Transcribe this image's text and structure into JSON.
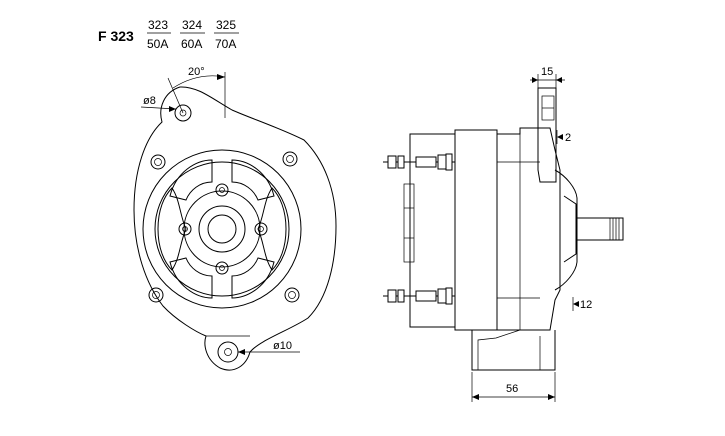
{
  "header": {
    "model": "F 323",
    "variants": [
      {
        "num": "323",
        "den": "50A"
      },
      {
        "num": "324",
        "den": "60A"
      },
      {
        "num": "325",
        "den": "70A"
      }
    ]
  },
  "front_view": {
    "angle_label": "20°",
    "upper_hole_label": "ø8",
    "lower_hole_label": "ø10"
  },
  "side_view": {
    "bracket_width_label": "15",
    "bracket_gap_label": "2",
    "foot_gap_label": "12",
    "foot_length_label": "56"
  }
}
